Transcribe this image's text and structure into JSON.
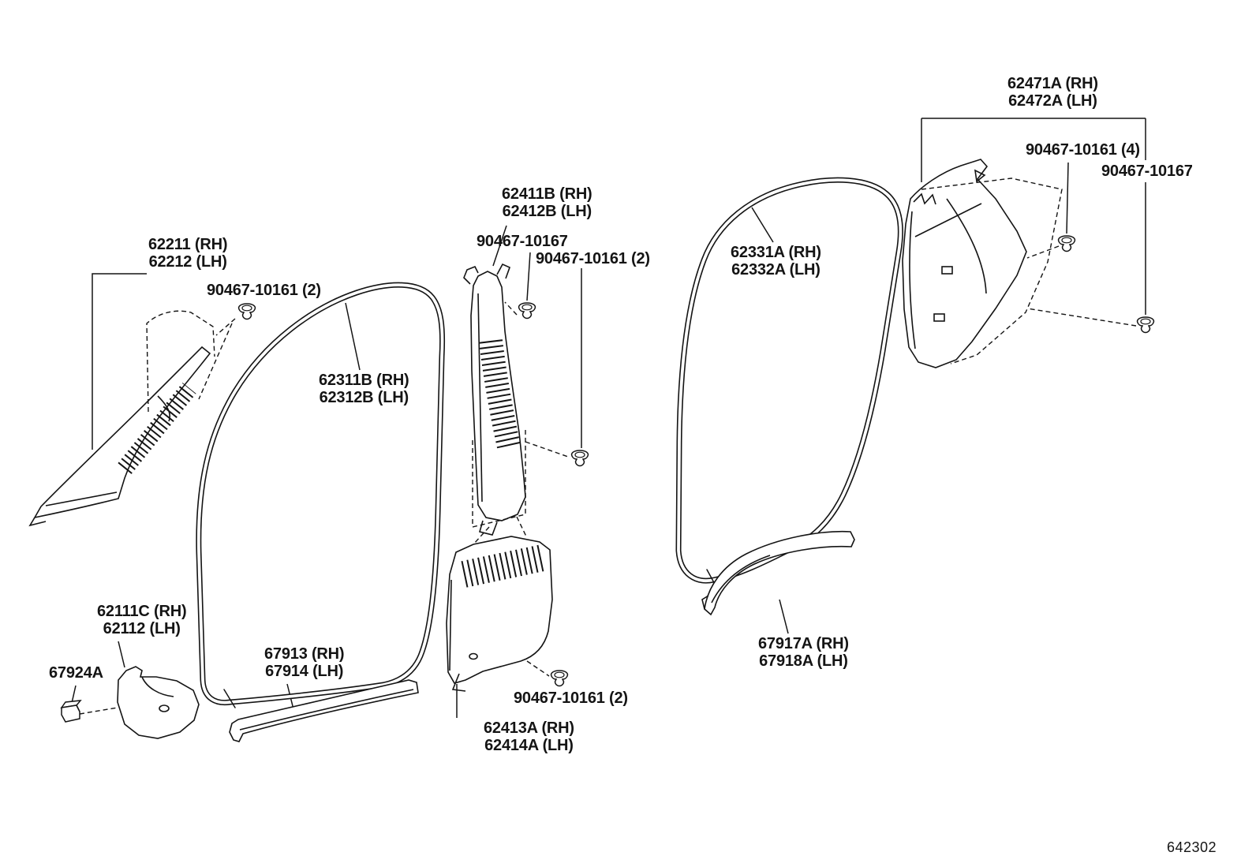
{
  "diagram_number": "642302",
  "colors": {
    "line": "#141414",
    "background": "#ffffff"
  },
  "labels": {
    "front_pillar_garnish": {
      "line1": "62211 (RH)",
      "line2": "62212 (LH)"
    },
    "clip_a": {
      "line1": "90467-10161 (2)"
    },
    "center_pillar_upper": {
      "line1": "62411B (RH)",
      "line2": "62412B (LH)"
    },
    "clip_b": {
      "line1": "90467-10167"
    },
    "clip_c": {
      "line1": "90467-10161 (2)"
    },
    "front_door_weatherstrip": {
      "line1": "62311B (RH)",
      "line2": "62312B (LH)"
    },
    "rear_door_weatherstrip": {
      "line1": "62331A (RH)",
      "line2": "62332A (LH)"
    },
    "rear_pillar_garnish": {
      "line1": "62471A (RH)",
      "line2": "62472A (LH)"
    },
    "clip_e": {
      "line1": "90467-10161 (4)"
    },
    "clip_f": {
      "line1": "90467-10167"
    },
    "cowl_side_trim": {
      "line1": "62111C (RH)",
      "line2": "62112 (LH)"
    },
    "cowl_clip": {
      "line1": "67924A"
    },
    "front_scuff_plate": {
      "line1": "67913 (RH)",
      "line2": "67914 (LH)"
    },
    "rear_scuff_plate": {
      "line1": "67917A (RH)",
      "line2": "67918A (LH)"
    },
    "clip_d": {
      "line1": "90467-10161 (2)"
    },
    "center_pillar_lower": {
      "line1": "62413A (RH)",
      "line2": "62414A (LH)"
    }
  },
  "icons": {
    "fastener_clip": "clip-icon",
    "fastener_block": "block-clip-icon"
  }
}
